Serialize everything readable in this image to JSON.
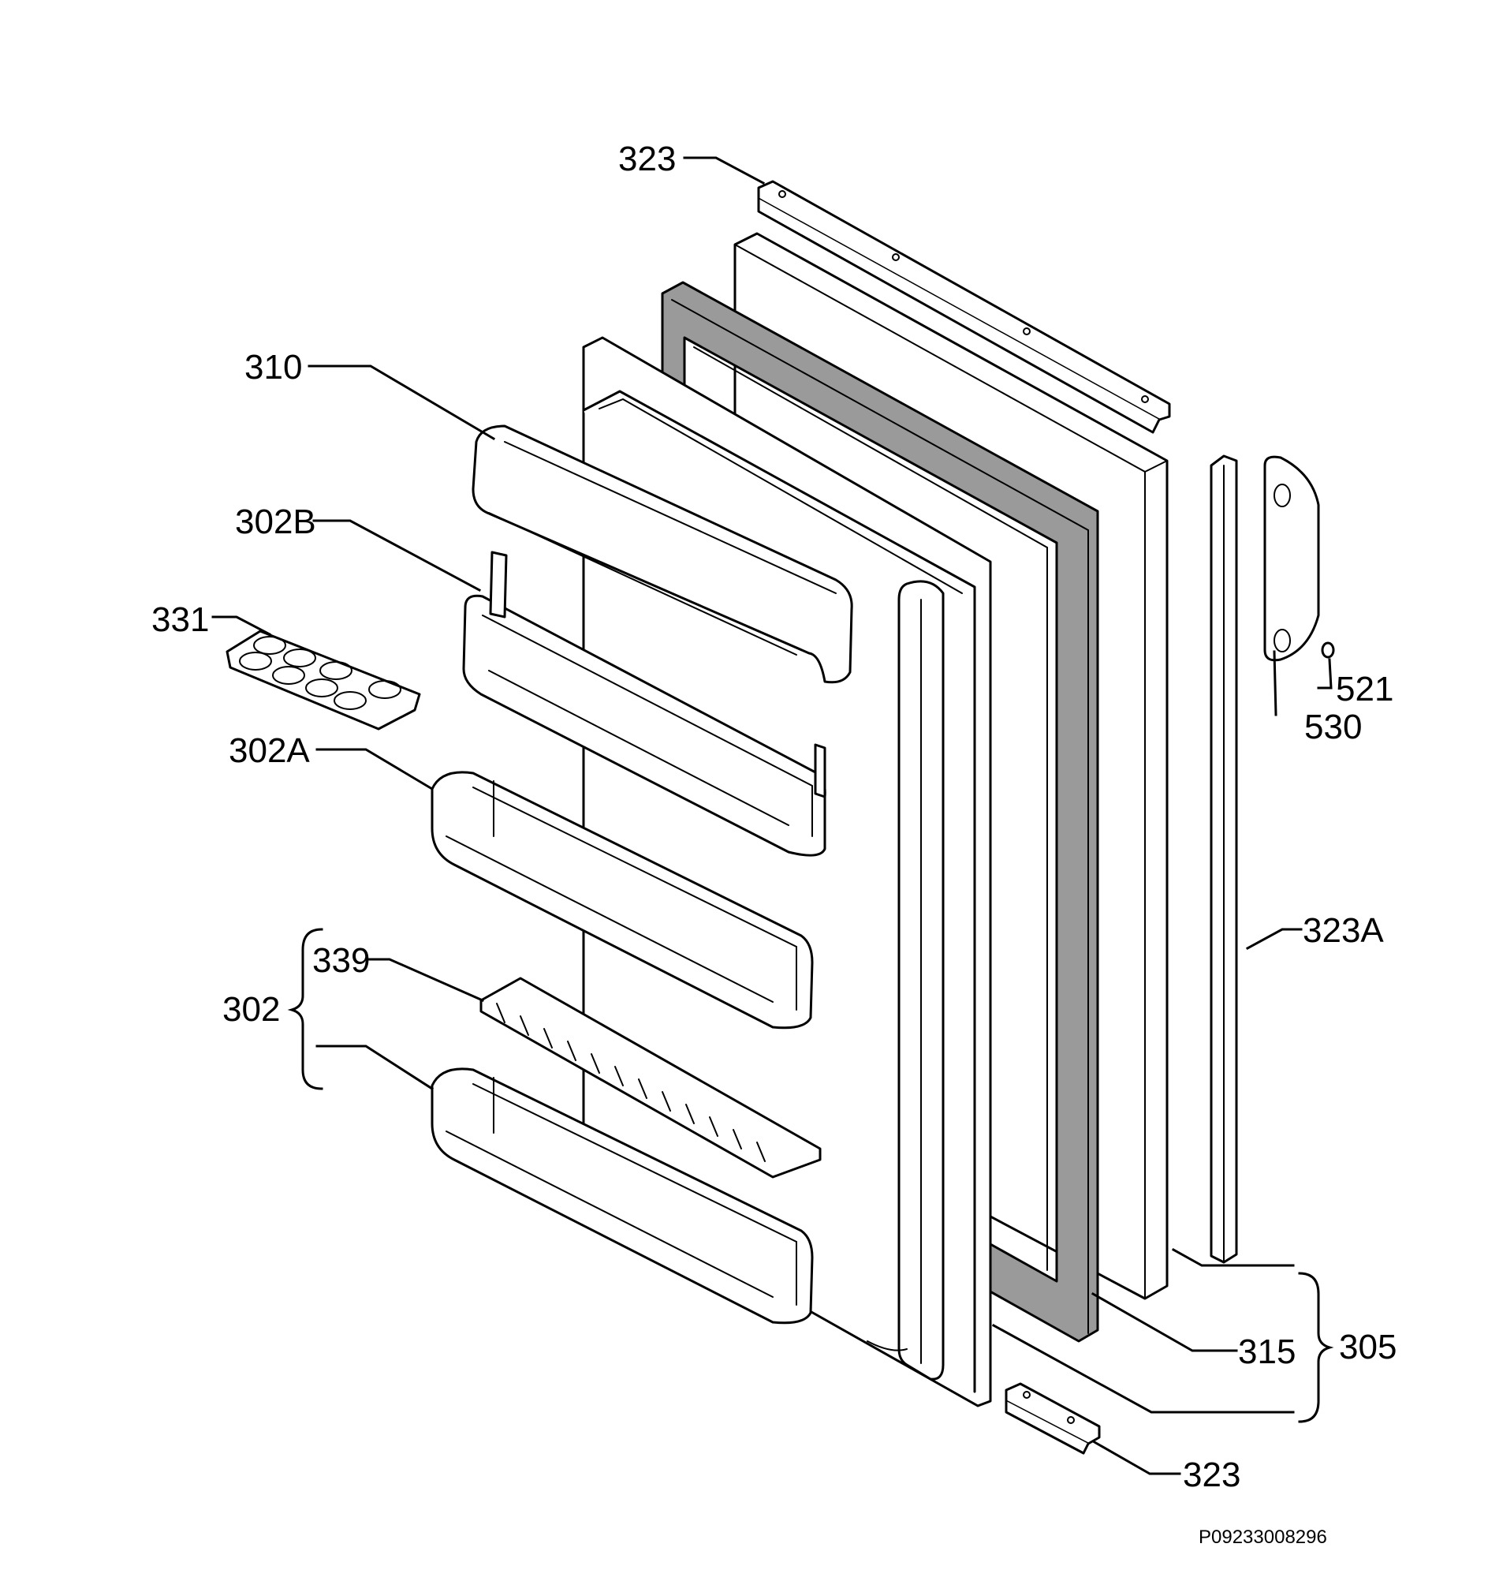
{
  "labels": {
    "l323_top": "323",
    "l310": "310",
    "l302b": "302B",
    "l331": "331",
    "l302a": "302A",
    "l339": "339",
    "l302": "302",
    "l521": "521",
    "l530": "530",
    "l323a": "323A",
    "l315": "315",
    "l305": "305",
    "l323_bottom": "323"
  },
  "reference_code": "P09233008296"
}
